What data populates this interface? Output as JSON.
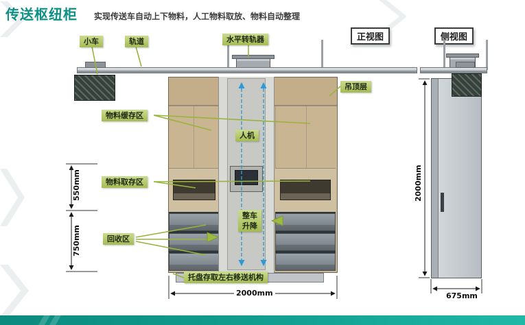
{
  "header": {
    "title": "传送枢纽柜",
    "subtitle": "实现传送车自动上下物料，人工物料取放、物料自动整理"
  },
  "views": {
    "front": "正视图",
    "side": "侧视图"
  },
  "labels": {
    "cart": "小车",
    "rail": "轨道",
    "switcher": "水平转轨器",
    "ceiling": "吊顶层",
    "buffer": "物料缓存区",
    "hmi": "人机",
    "pick": "物料取存区",
    "lift1": "整车",
    "lift2": "升降",
    "recycle": "回收区",
    "pallet": "托盘存取左右移送机构"
  },
  "dims": {
    "upper": "550mm",
    "lower": "750mm",
    "front_width": "2000mm",
    "side_height": "2000mm",
    "side_width": "675mm"
  },
  "colors": {
    "accent_teal": "#0d9186",
    "label_green": "#aec45e",
    "lift_blue": "#2e9bd6",
    "cabinet_tan": "#cbb997",
    "cart_dark": "#36413b"
  }
}
